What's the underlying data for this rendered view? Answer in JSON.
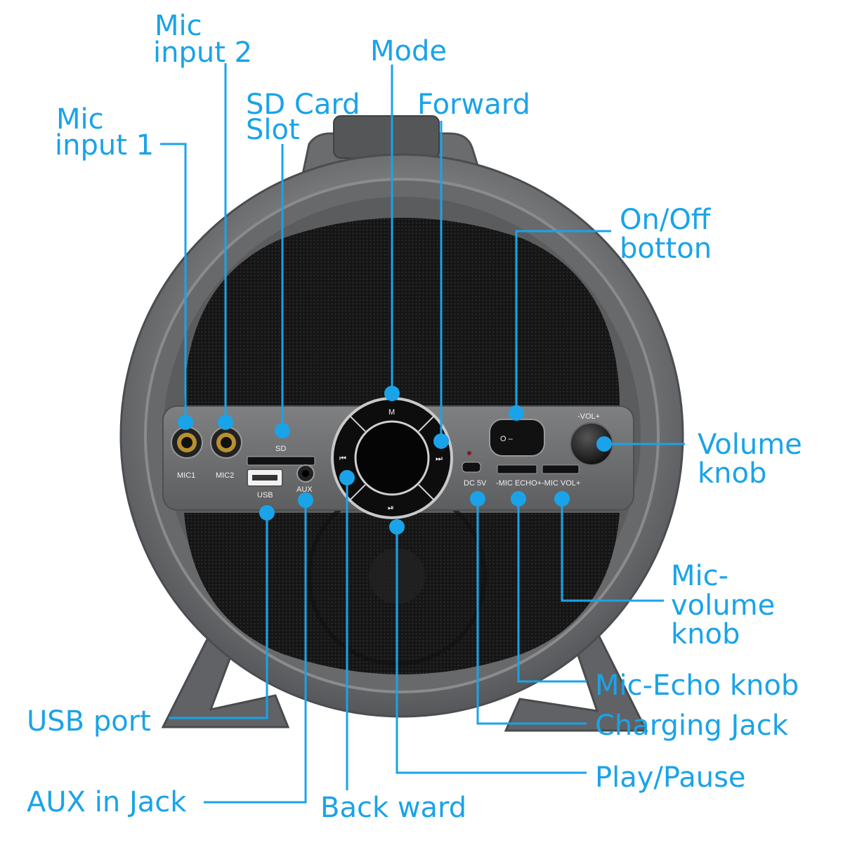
{
  "labels": {
    "mic_input_1": [
      "Mic",
      "input 1"
    ],
    "mic_input_2": [
      "Mic",
      "input 2"
    ],
    "sd_card_slot": [
      "SD Card",
      "Slot"
    ],
    "mode": "Mode",
    "forward": "Forward",
    "on_off": [
      "On/Off",
      "botton"
    ],
    "volume_knob": [
      "Volume",
      "knob"
    ],
    "mic_volume_knob": [
      "Mic-",
      "volume",
      "knob"
    ],
    "mic_echo_knob": "Mic-Echo knob",
    "charging_jack": "Charging Jack",
    "play_pause": "Play/Pause",
    "backward": "Back ward",
    "aux_in_jack": "AUX in Jack",
    "usb_port": "USB port"
  },
  "panel_text": {
    "mic1": "MIC1",
    "mic2": "MIC2",
    "sd": "SD",
    "usb": "USB",
    "aux": "AUX",
    "mode_key": "M",
    "dc": "DC  5V",
    "echo": "-MIC ECHO+",
    "micvol": "-MIC VOL+",
    "vol": "-VOL+",
    "switch": "O  –"
  },
  "colors": {
    "accent": "#1aa3e8",
    "body": "#6b6c6d",
    "grille": "#1c1c1c"
  }
}
